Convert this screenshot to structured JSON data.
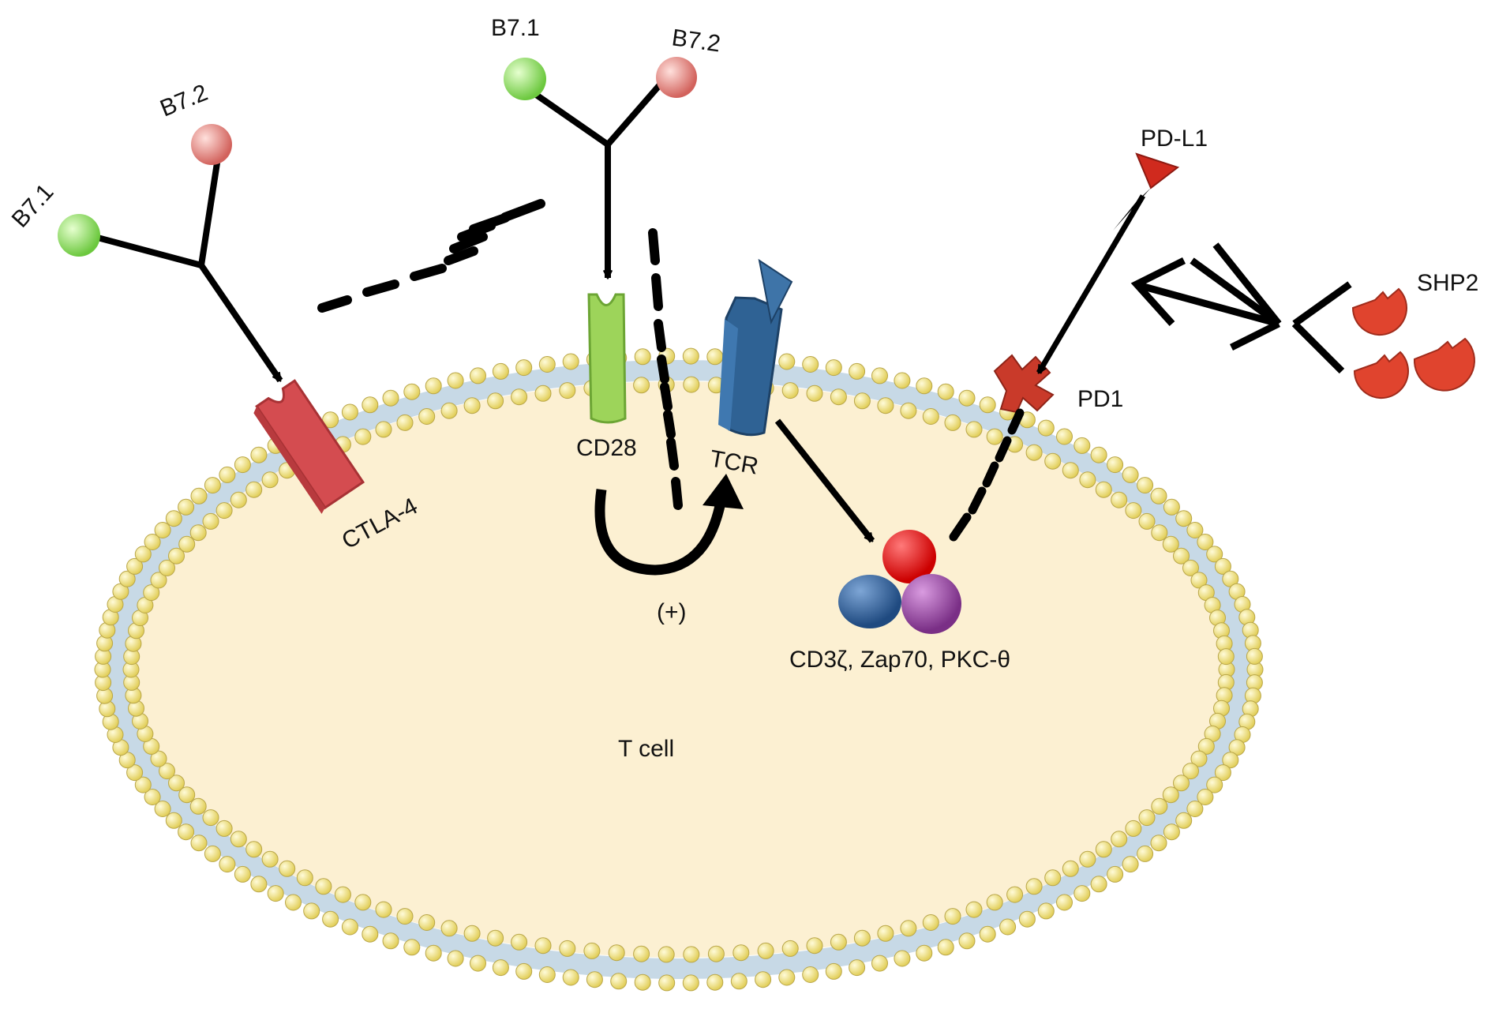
{
  "labels": {
    "b71_left": "B7.1",
    "b72_left": "B7.2",
    "b71_center": "B7.1",
    "b72_center": "B7.2",
    "pdl1": "PD-L1",
    "shp2": "SHP2",
    "pd1": "PD1",
    "ctla4": "CTLA-4",
    "cd28": "CD28",
    "tcr": "TCR",
    "plus": "(+)",
    "complex": "CD3ζ, Zap70, PKC-θ",
    "tcell": "T cell"
  },
  "colors": {
    "cytoplasm": "#fcf0d2",
    "membrane_core": "#c7d9e6",
    "lipid_head": "#f2e27a",
    "ctla4": "#d44c50",
    "cd28": "#9dd45a",
    "tcr": "#2f6294",
    "pd1": "#c93a2a",
    "b71": "#8fd45e",
    "b72": "#e3817c",
    "cd3z": "#e01a1a",
    "zap70": "#2f5d95",
    "pkc": "#9a4aa0",
    "shp2": "#e0442e"
  }
}
